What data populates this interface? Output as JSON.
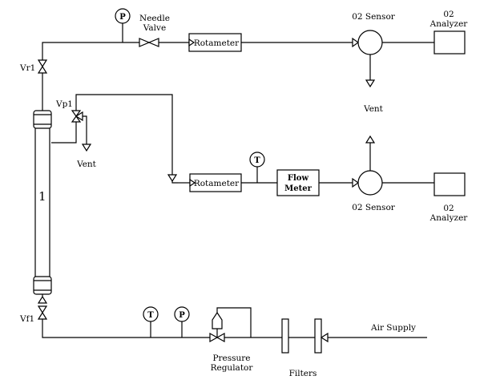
{
  "column": {
    "label": "1"
  },
  "valves": {
    "vr1": "Vr1",
    "vp1": "Vp1",
    "vf1": "Vf1"
  },
  "needle_valve": {
    "line1": "Needle",
    "line2": "Valve"
  },
  "gauges": {
    "top_pressure": "P",
    "mid_temperature": "T",
    "bottom_temperature": "T",
    "bottom_pressure": "P"
  },
  "upper_train": {
    "rotameter": "Rotameter",
    "sensor": "02  Sensor",
    "analyzer_line1": "02",
    "analyzer_line2": "Analyzer",
    "vent": "Vent"
  },
  "lower_train": {
    "rotameter": "Rotameter",
    "flow_meter_line1": "Flow",
    "flow_meter_line2": "Meter",
    "sensor": "02  Sensor",
    "analyzer_line1": "02",
    "analyzer_line2": "Analyzer"
  },
  "left_vent": "Vent",
  "supply": {
    "pressure_regulator_line1": "Pressure",
    "pressure_regulator_line2": "Regulator",
    "filters": "Filters",
    "air_supply": "Air  Supply"
  }
}
